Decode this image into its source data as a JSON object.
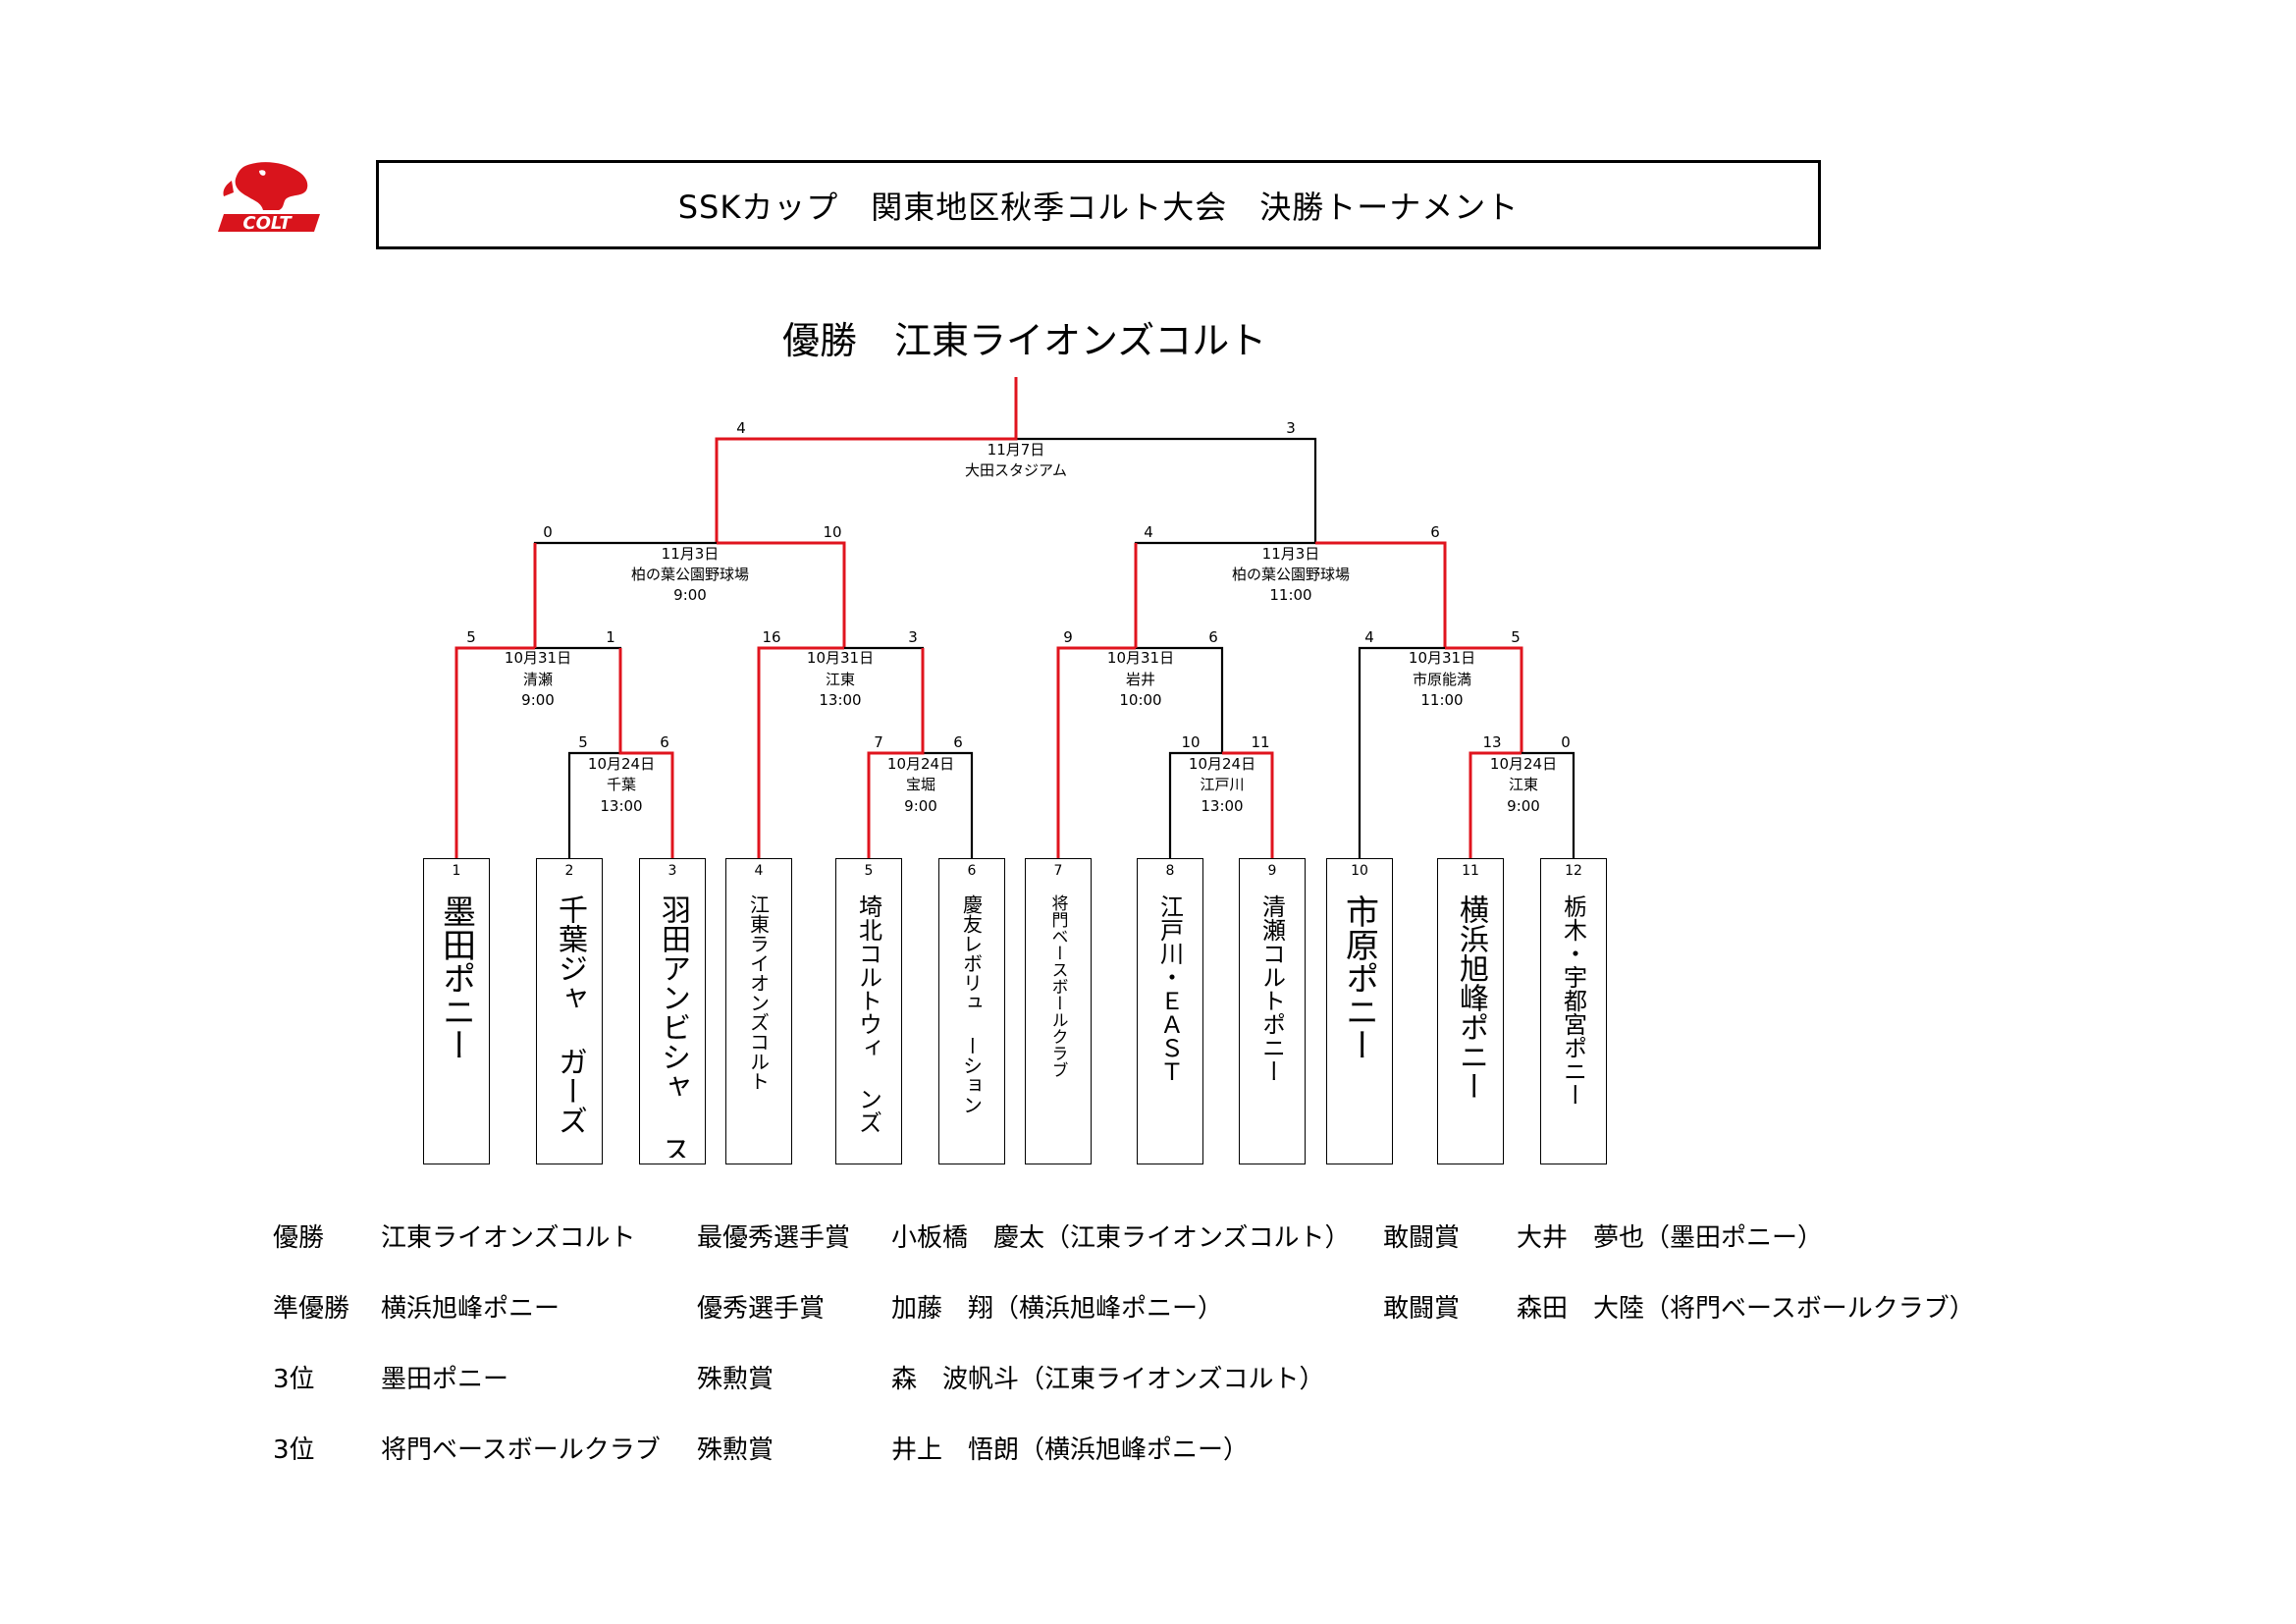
{
  "header": {
    "logo_text": "COLT",
    "title": "SSKカップ　関東地区秋季コルト大会　決勝トーナメント",
    "champion_label": "優勝　江東ライオンズコルト"
  },
  "colors": {
    "winner_line": "#e0141e",
    "line": "#000000",
    "logo": "#d9141c"
  },
  "teams": [
    {
      "seed": "1",
      "name": "墨田ポニー"
    },
    {
      "seed": "2",
      "name": "千葉ジャ ガーズ"
    },
    {
      "seed": "3",
      "name": "羽田アンビシャ ス"
    },
    {
      "seed": "4",
      "name": "江東ライオンズコルト"
    },
    {
      "seed": "5",
      "name": "埼北コルトウィ ンズ"
    },
    {
      "seed": "6",
      "name": "慶友レボリュ ーション"
    },
    {
      "seed": "7",
      "name": "将門ベースボールクラブ"
    },
    {
      "seed": "8",
      "name": "江戸川・ＥＡＳＴ"
    },
    {
      "seed": "9",
      "name": "清瀬コルトポニー"
    },
    {
      "seed": "10",
      "name": "市原ポニー"
    },
    {
      "seed": "11",
      "name": "横浜旭峰ポニー"
    },
    {
      "seed": "12",
      "name": "栃木・宇都宮ポニー"
    }
  ],
  "matches": {
    "r1_a": {
      "date": "10月24日",
      "venue": "千葉",
      "time": "13:00",
      "score_left": "5",
      "score_right": "6"
    },
    "r1_b": {
      "date": "10月24日",
      "venue": "宝堀",
      "time": "9:00",
      "score_left": "7",
      "score_right": "6"
    },
    "r1_c": {
      "date": "10月24日",
      "venue": "江戸川",
      "time": "13:00",
      "score_left": "10",
      "score_right": "11"
    },
    "r1_d": {
      "date": "10月24日",
      "venue": "江東",
      "time": "9:00",
      "score_left": "13",
      "score_right": "0"
    },
    "r2_a": {
      "date": "10月31日",
      "venue": "清瀬",
      "time": "9:00",
      "score_left": "5",
      "score_right": "1"
    },
    "r2_b": {
      "date": "10月31日",
      "venue": "江東",
      "time": "13:00",
      "score_left": "16",
      "score_right": "3"
    },
    "r2_c": {
      "date": "10月31日",
      "venue": "岩井",
      "time": "10:00",
      "score_left": "9",
      "score_right": "6"
    },
    "r2_d": {
      "date": "10月31日",
      "venue": "市原能満",
      "time": "11:00",
      "score_left": "4",
      "score_right": "5"
    },
    "sf_a": {
      "date": "11月3日",
      "venue": "柏の葉公園野球場",
      "time": "9:00",
      "score_left": "0",
      "score_right": "10"
    },
    "sf_b": {
      "date": "11月3日",
      "venue": "柏の葉公園野球場",
      "time": "11:00",
      "score_left": "4",
      "score_right": "6"
    },
    "final": {
      "date": "11月7日",
      "venue": "大田スタジアム",
      "score_left": "4",
      "score_right": "3"
    }
  },
  "results": {
    "rows": [
      {
        "place": "優勝",
        "team": "江東ライオンズコルト",
        "award": "最優秀選手賞",
        "player": "小板橋　慶太（江東ライオンズコルト）",
        "award2": "敢闘賞",
        "player2": "大井　夢也（墨田ポニー）"
      },
      {
        "place": "準優勝",
        "team": "横浜旭峰ポニー",
        "award": "優秀選手賞",
        "player": "加藤　翔（横浜旭峰ポニー）",
        "award2": "敢闘賞",
        "player2": "森田　大陸（将門ベースボールクラブ）"
      },
      {
        "place": "3位",
        "team": "墨田ポニー",
        "award": "殊勲賞",
        "player": "森　波帆斗（江東ライオンズコルト）",
        "award2": "",
        "player2": ""
      },
      {
        "place": "3位",
        "team": "将門ベースボールクラブ",
        "award": "殊勲賞",
        "player": "井上　悟朗（横浜旭峰ポニー）",
        "award2": "",
        "player2": ""
      }
    ]
  }
}
